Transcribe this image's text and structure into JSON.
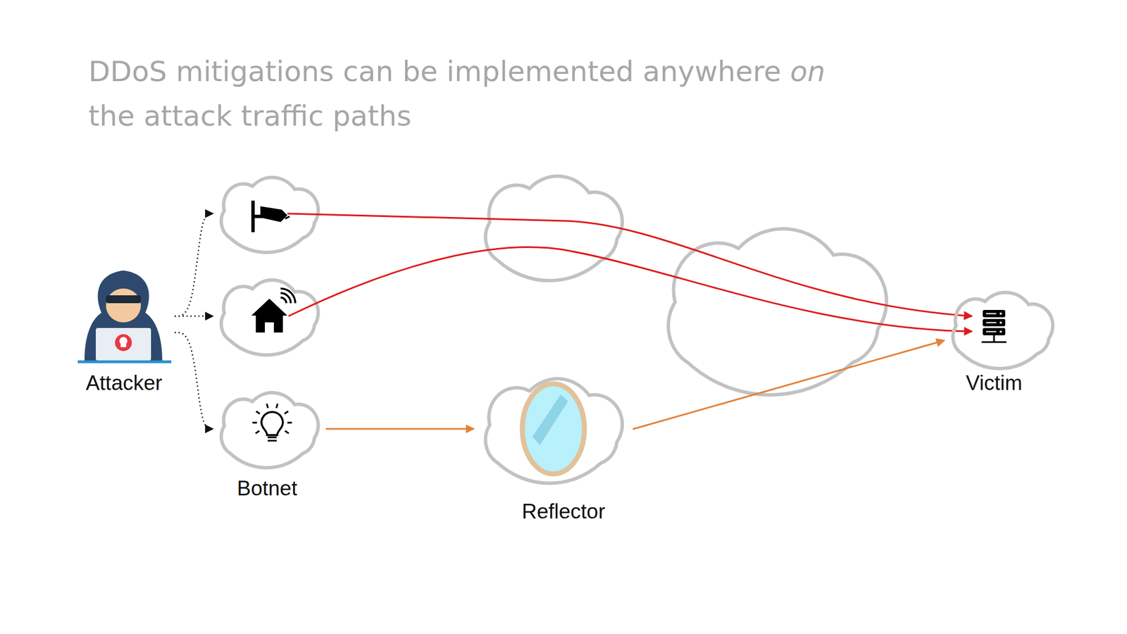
{
  "diagram": {
    "title": "DDoS mitigations can be implemented anywhere on the attack traffic paths",
    "nodes": [
      {
        "text": [
          "Attacker"
        ]
      },
      {
        "text": [
          "Botnet"
        ]
      },
      {
        "text": [
          "Reflector"
        ]
      },
      {
        "text": [
          "Victim"
        ]
      }
    ],
    "edges": [
      {
        "from": 0,
        "to": 1,
        "arrow": "to"
      },
      {
        "from": 1,
        "to": 2,
        "arrow": "to"
      },
      {
        "from": 2,
        "to": 3,
        "arrow": "to"
      }
    ]
  }
}
